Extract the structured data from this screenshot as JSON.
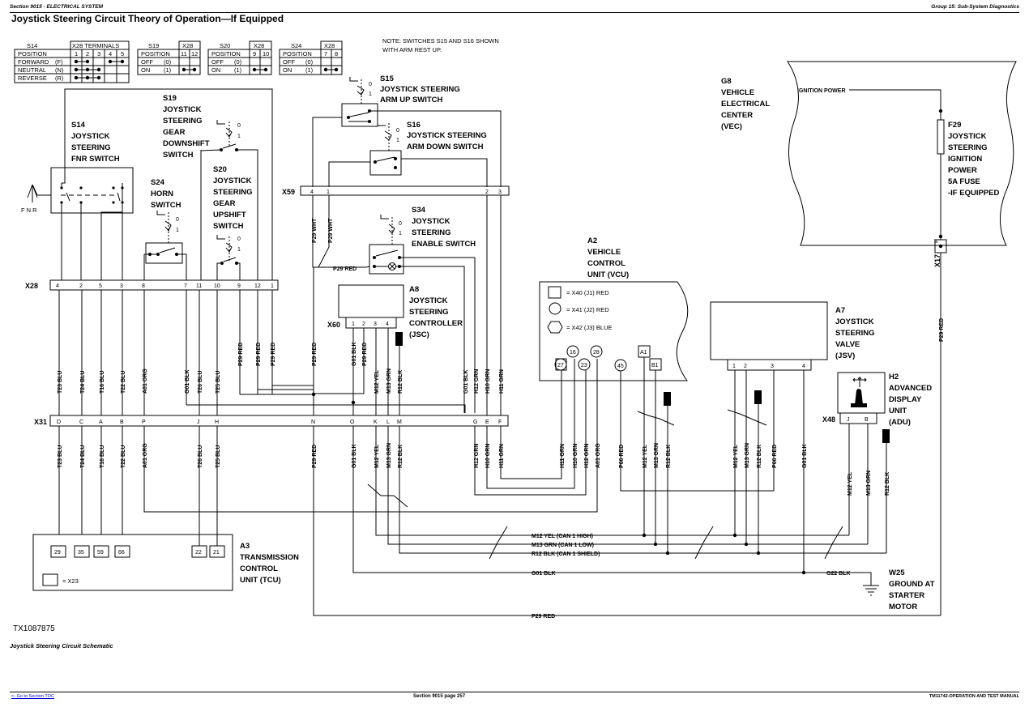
{
  "header": {
    "left": "Section 9015 - ELECTRICAL SYSTEM",
    "right": "Group 15: Sub-System Diagnostics"
  },
  "title": "Joystick Steering Circuit Theory of Operation—If Equipped",
  "note": [
    "NOTE: SWITCHES S15 AND S16 SHOWN",
    "WITH ARM REST UP."
  ],
  "tables": {
    "s14": {
      "id": "S14",
      "head": "X28 TERMINALS",
      "cols": [
        "1",
        "2",
        "3",
        "4",
        "5"
      ],
      "rows": [
        {
          "label": "POSITION",
          "pos": ""
        },
        {
          "label": "FORWARD",
          "pos": "(F)"
        },
        {
          "label": "NEUTRAL",
          "pos": "(N)"
        },
        {
          "label": "REVERSE",
          "pos": "(R)"
        }
      ]
    },
    "s19": {
      "id": "S19",
      "head": "X28",
      "cols": [
        "11",
        "12"
      ],
      "rows": [
        {
          "label": "POSITION",
          "pos": ""
        },
        {
          "label": "OFF",
          "pos": "(0)"
        },
        {
          "label": "ON",
          "pos": "(1)"
        }
      ]
    },
    "s20": {
      "id": "S20",
      "head": "X28",
      "cols": [
        "9",
        "10"
      ],
      "rows": [
        {
          "label": "POSITION",
          "pos": ""
        },
        {
          "label": "OFF",
          "pos": "(0)"
        },
        {
          "label": "ON",
          "pos": "(1)"
        }
      ]
    },
    "s24": {
      "id": "S24",
      "head": "X28",
      "cols": [
        "7",
        "8"
      ],
      "rows": [
        {
          "label": "POSITION",
          "pos": ""
        },
        {
          "label": "OFF",
          "pos": "(0)"
        },
        {
          "label": "ON",
          "pos": "(1)"
        }
      ]
    }
  },
  "components": {
    "s14": [
      "S14",
      "JOYSTICK",
      "STEERING",
      "FNR SWITCH"
    ],
    "fnr": "F  N  R",
    "s19": [
      "S19",
      "JOYSTICK",
      "STEERING",
      "GEAR",
      "DOWNSHIFT",
      "SWITCH"
    ],
    "s24": [
      "S24",
      "HORN",
      "SWITCH"
    ],
    "s20": [
      "S20",
      "JOYSTICK",
      "STEERING",
      "GEAR",
      "UPSHIFT",
      "SWITCH"
    ],
    "s15": [
      "S15",
      "JOYSTICK STEERING",
      "ARM UP SWITCH"
    ],
    "s16": [
      "S16",
      "JOYSTICK STEERING",
      "ARM DOWN SWITCH"
    ],
    "s34": [
      "S34",
      "JOYSTICK",
      "STEERING",
      "ENABLE SWITCH"
    ],
    "a8": [
      "A8",
      "JOYSTICK",
      "STEERING",
      "CONTROLLER",
      "(JSC)"
    ],
    "a2": [
      "A2",
      "VEHICLE",
      "CONTROL",
      "UNIT (VCU)"
    ],
    "a2_legend": [
      "= X40 (J1) RED",
      "= X41 (J2) RED",
      "= X42 (J3) BLUE"
    ],
    "a7": [
      "A7",
      "JOYSTICK",
      "STEERING",
      "VALVE",
      "(JSV)"
    ],
    "h2": [
      "H2",
      "ADVANCED",
      "DISPLAY",
      "UNIT",
      "(ADU)"
    ],
    "g8": [
      "G8",
      "VEHICLE",
      "ELECTRICAL",
      "CENTER",
      "(VEC)"
    ],
    "ign": "IGNITION POWER",
    "f29": [
      "F29",
      "JOYSTICK",
      "STEERING",
      "IGNITION",
      "POWER",
      "5A FUSE",
      "-IF EQUIPPED"
    ],
    "a3": [
      "A3",
      "TRANSMISSION",
      "CONTROL",
      "UNIT (TCU)"
    ],
    "a3_legend": "= X23",
    "w25": [
      "W25",
      "GROUND AT",
      "STARTER",
      "MOTOR"
    ]
  },
  "connectors": {
    "x28": "X28",
    "x31": "X31",
    "x59": "X59",
    "x60": "X60",
    "x17": "X17",
    "x48": "X48",
    "x28_pins": [
      "4",
      "2",
      "5",
      "3",
      "8",
      "7",
      "11",
      "10",
      "9",
      "12",
      "1"
    ],
    "x31_pins": [
      "D",
      "C",
      "A",
      "B",
      "P",
      "J",
      "H",
      "N",
      "O",
      "K",
      "L",
      "M",
      "G",
      "E",
      "F"
    ],
    "x59_pins": [
      "4",
      "1",
      "2",
      "3"
    ],
    "x60_pins": [
      "1",
      "2",
      "3",
      "4"
    ],
    "a7_pins": [
      "1",
      "2",
      "3",
      "4"
    ],
    "x48_pins": [
      "J",
      "B"
    ],
    "x17_pin": "H",
    "a3_pins": [
      "29",
      "35",
      "59",
      "66",
      "22",
      "21"
    ],
    "vcu_pins": [
      "27",
      "16",
      "23",
      "28",
      "45",
      "A1",
      "B1"
    ],
    "switch_states": [
      "0",
      "1"
    ]
  },
  "wires": {
    "x28_x31": [
      "T23 BLU",
      "T24 BLU",
      "T16 BLU",
      "T22 BLU",
      "A01 ORG",
      "G01 BLK",
      "T26 BLU",
      "T25 BLU"
    ],
    "mid_up": [
      "P29 RED",
      "P29 RED",
      "P29 RED",
      "P29 RED",
      "G01 BLK",
      "P29 RED",
      "M12 YEL",
      "M13 GRN",
      "R12 BLK",
      "G01 BLK",
      "H12 GRN",
      "H10 GRN",
      "H11 GRN"
    ],
    "x59_down": [
      "P29 WHT",
      "P29 WHT"
    ],
    "p29red_h": "P29 RED",
    "x31_down": [
      "T23 BLU",
      "T24 BLU",
      "T16 BLU",
      "T22 BLU",
      "A01 ORG",
      "T26 BLU",
      "T25 BLU",
      "P29 RED",
      "G01 BLK",
      "M12 YEL",
      "M13 GRN",
      "R12 BLK",
      "H12 GRN",
      "H10 GRN",
      "H11 GRN"
    ],
    "vcu_down": [
      "H11 GRN",
      "H10 GRN",
      "H12 GRN",
      "A01 ORG",
      "P66 RED",
      "M12 YEL",
      "M13 GRN",
      "R12 BLK"
    ],
    "jsv_down": [
      "M12 YEL",
      "M13 GRN",
      "R12 BLK",
      "P66 RED",
      "G01 BLK"
    ],
    "adu_down": [
      "M12 YEL",
      "M13 GRN",
      "R12 BLK"
    ],
    "f29_down": "P29 RED",
    "can_high": "M12 YEL (CAN 1 HIGH)",
    "can_low": "M13 GRN (CAN 1 LOW)",
    "can_shield": "R12 BLK (CAN 1 SHIELD)",
    "g01": "G01 BLK",
    "g22": "G22 BLK",
    "p29": "P29 RED"
  },
  "figure_id": "TX1087875",
  "caption": "Joystick Steering Circuit Schematic",
  "footer": {
    "left": "<- Go to Section TOC",
    "center": "Section 9015 page 257",
    "right": "TM11742-OPERATION AND TEST MANUAL"
  }
}
